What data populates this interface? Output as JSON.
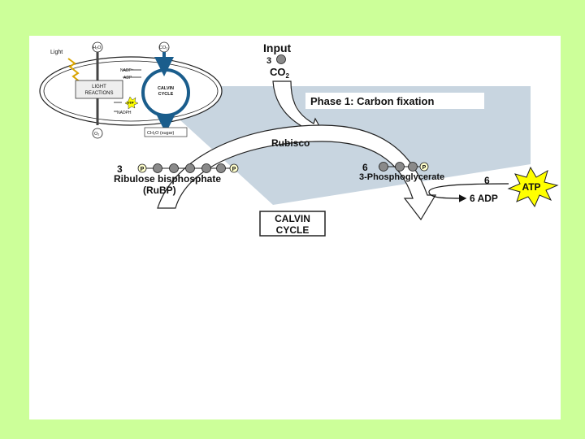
{
  "colors": {
    "background": "#ccff99",
    "slide": "#ffffff",
    "phase_shade": "#c8d5e0",
    "atp_star": "#ffff00",
    "carbon": "#8a8a8a"
  },
  "inset": {
    "light": "Light",
    "h2o": "H₂O",
    "co2": "CO₂",
    "nadp": "NADP⁺",
    "adp": "ADP",
    "light_reactions": [
      "LIGHT",
      "REACTIONS"
    ],
    "calvin_cycle": [
      "CALVIN",
      "CYCLE"
    ],
    "atp": "ATP",
    "nadph": "NADPH",
    "o2": "O₂",
    "sugar": "CH₂O (sugar)"
  },
  "input": {
    "title": "Input",
    "count": "3",
    "molecule": "CO",
    "subscript": "2"
  },
  "phase_title": "Phase 1: Carbon fixation",
  "enzyme": "Rubisco",
  "rubp": {
    "count": "3",
    "phosphate": "P",
    "name": "Ribulose bisphosphate",
    "abbrev": "(RuBP)"
  },
  "pga": {
    "count": "6",
    "phosphate": "P",
    "name": "3-Phosphoglycerate"
  },
  "atp": {
    "count": "6",
    "label": "ATP",
    "adp_label": "6 ADP"
  },
  "cycle_label": [
    "CALVIN",
    "CYCLE"
  ]
}
